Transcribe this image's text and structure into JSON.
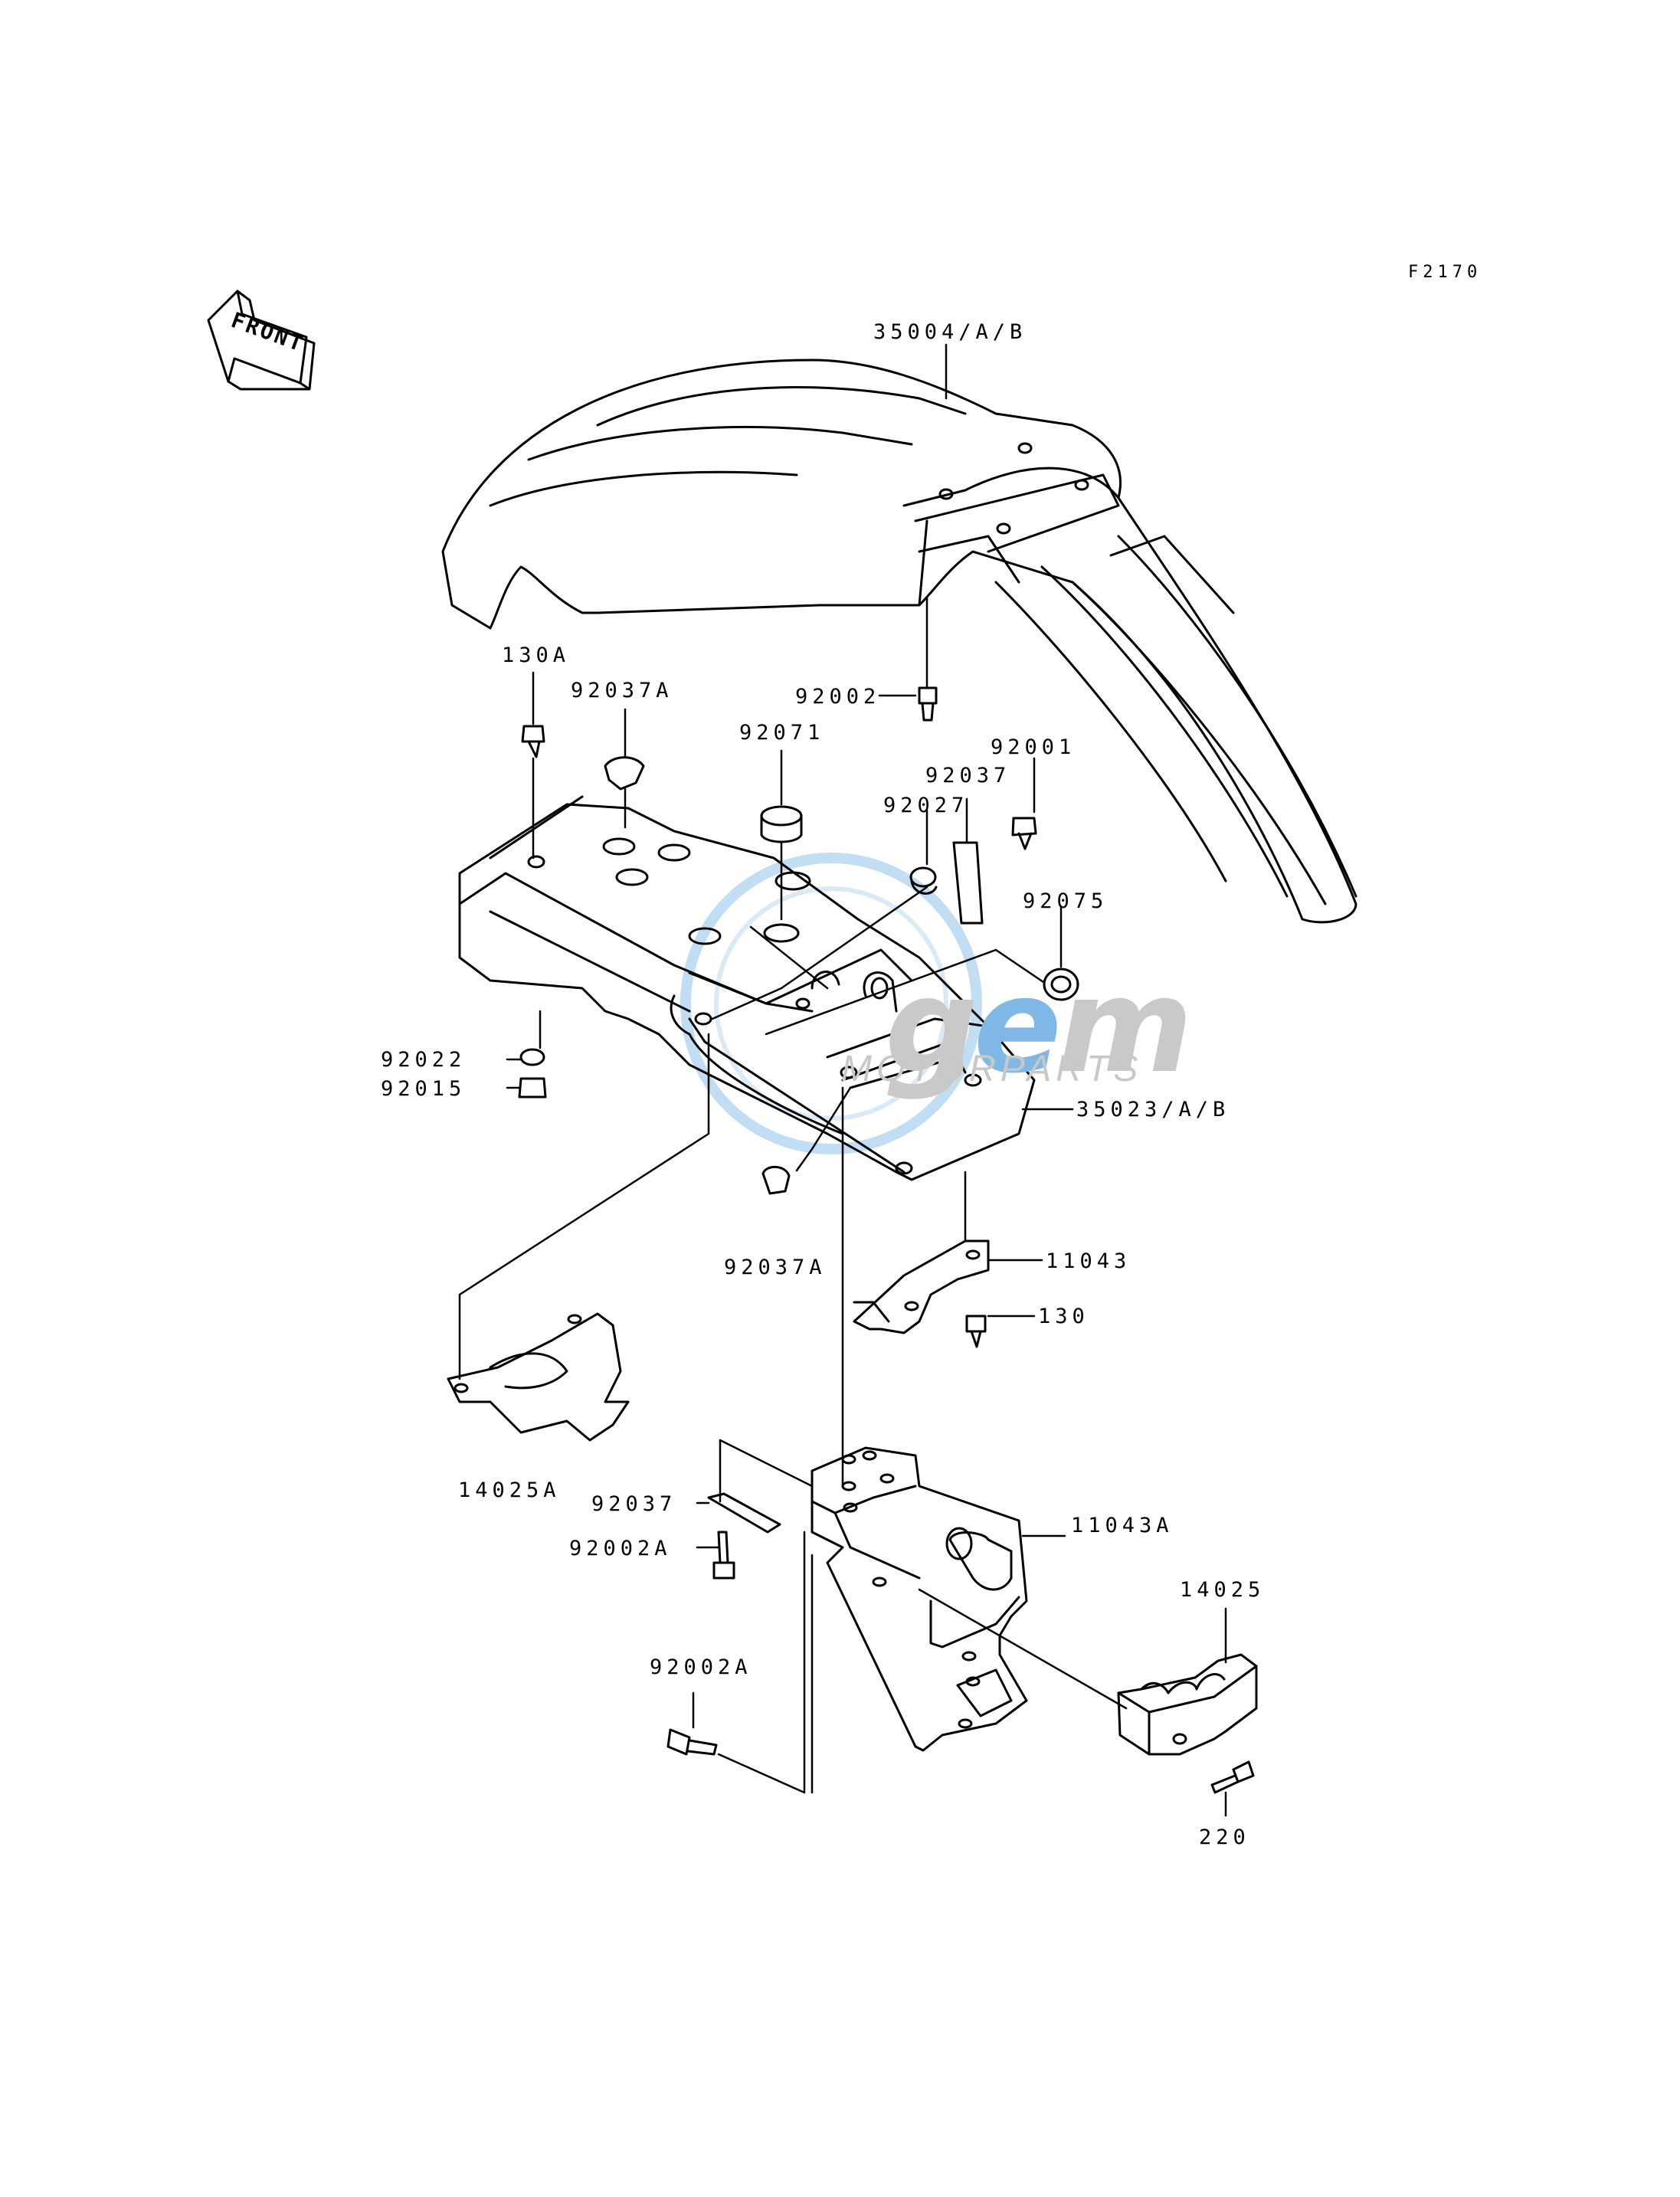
{
  "figure_code": "F2170",
  "front_arrow": {
    "label": "FRONT",
    "icon": "front-direction-arrow"
  },
  "watermark": {
    "brand_e": "e",
    "brand_m": "m",
    "brand_g": "g",
    "sub": "MOTORPARTS"
  },
  "callouts": {
    "c35004": "35004/A/B",
    "c130A": "130A",
    "c92037A_top": "92037A",
    "c92002_top": "92002",
    "c92071": "92071",
    "c92001": "92001",
    "c92037_top": "92037",
    "c92027": "92027",
    "c92075": "92075",
    "c92022": "92022",
    "c92015": "92015",
    "c35023": "35023/A/B",
    "c92037A_bot": "92037A",
    "c11043": "11043",
    "c130": "130",
    "c14025A": "14025A",
    "c92037_bot": "92037",
    "c11043A": "11043A",
    "c92002A_1": "92002A",
    "c14025": "14025",
    "c92002A_2": "92002A",
    "c220": "220"
  }
}
